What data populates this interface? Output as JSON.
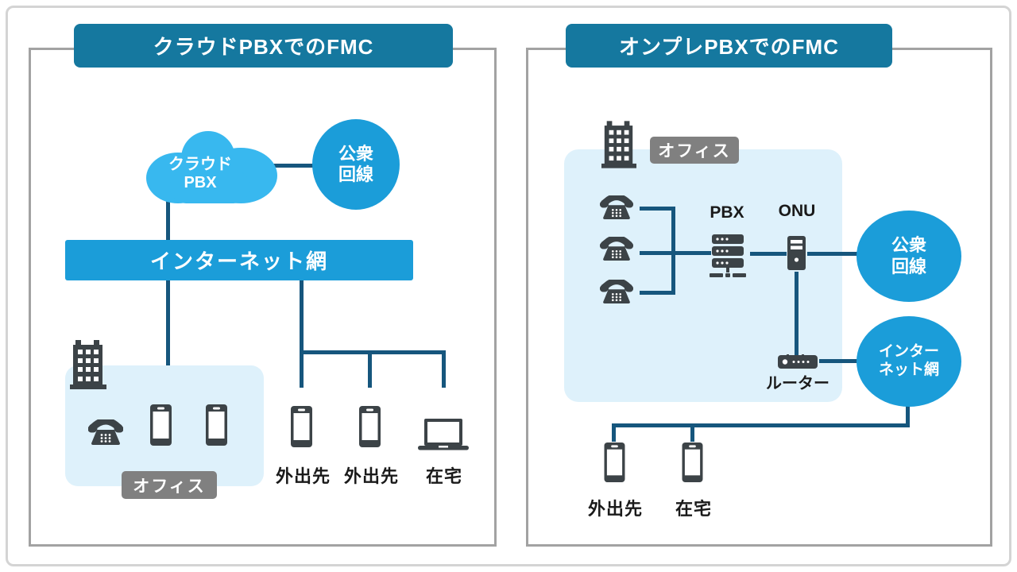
{
  "left": {
    "title": "クラウドPBXでのFMC",
    "cloud": {
      "line1": "クラウド",
      "line2": "PBX"
    },
    "public_circle": {
      "line1": "公衆",
      "line2": "回線"
    },
    "internet_bar": "インターネット網",
    "office_badge": "オフィス",
    "labels": {
      "mobile1": "外出先",
      "mobile2": "外出先",
      "home": "在宅"
    }
  },
  "right": {
    "title": "オンプレPBXでのFMC",
    "office_badge": "オフィス",
    "pbx": "PBX",
    "onu": "ONU",
    "router": "ルーター",
    "public_circle": {
      "line1": "公衆",
      "line2": "回線"
    },
    "internet_circle": {
      "line1": "インター",
      "line2": "ネット網"
    },
    "labels": {
      "mobile": "外出先",
      "home": "在宅"
    }
  },
  "icons": {
    "cloud": "cloud-shape",
    "building": "office-building-icon",
    "deskphone": "desk-phone-icon",
    "smartphone": "smartphone-icon",
    "laptop": "laptop-icon",
    "pbx_server": "pbx-server-icon",
    "onu": "onu-unit-icon",
    "router": "router-icon"
  },
  "colors": {
    "title_bar": "#15789f",
    "shape_blue": "#1b9dd9",
    "cloud_blue": "#38b8ef",
    "light_area": "#def1fb",
    "connector_line": "#16567d",
    "badge_gray": "#808080",
    "icon_charcoal": "#3c4347",
    "panel_border": "#a2a2a2",
    "page_border": "#d4d4d4"
  }
}
